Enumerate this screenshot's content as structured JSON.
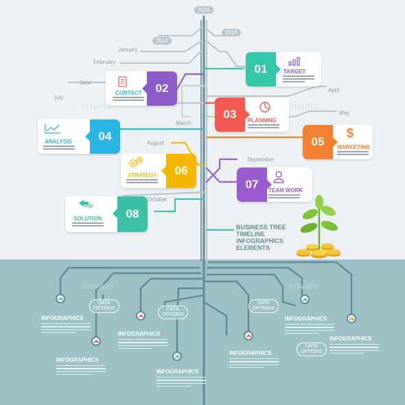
{
  "years": {
    "y2016": "2016",
    "y2014": "2014",
    "y2015": "2015"
  },
  "months": {
    "january": "January",
    "february": "February",
    "june": "June",
    "july": "July",
    "march": "March",
    "april": "April",
    "may": "May",
    "august": "August",
    "september": "September",
    "october": "October"
  },
  "cards": [
    {
      "num": "01",
      "title": "TARGET",
      "color": "#34c6a8",
      "icon": "bar-chart-icon"
    },
    {
      "num": "02",
      "title": "CONTACT",
      "color": "#8e5cc8",
      "icon": "document-icon"
    },
    {
      "num": "03",
      "title": "PLANNING",
      "color": "#f25a4f",
      "icon": "pie-chart-icon"
    },
    {
      "num": "04",
      "title": "ANALYSIS",
      "color": "#2bb5e6",
      "icon": "line-chart-icon"
    },
    {
      "num": "05",
      "title": "MARKETING",
      "color": "#f47f2f",
      "icon": "dollar-icon"
    },
    {
      "num": "06",
      "title": "STRATEGY",
      "color": "#f5b800",
      "icon": "gears-icon"
    },
    {
      "num": "07",
      "title": "TEAM WORK",
      "color": "#9b5bd0",
      "icon": "user-icon"
    },
    {
      "num": "08",
      "title": "SOLUTION",
      "color": "#3cc0a9",
      "icon": "arrows-icon"
    }
  ],
  "headline": [
    "BUSINESS TREE",
    "TIMELINE",
    "INFOGRAPHICS",
    "ELEMENTS"
  ],
  "infographics": {
    "label": "INFOGRAPHICS"
  },
  "data_options": [
    "DATA",
    "OPTIONS"
  ],
  "watermark": "envato"
}
